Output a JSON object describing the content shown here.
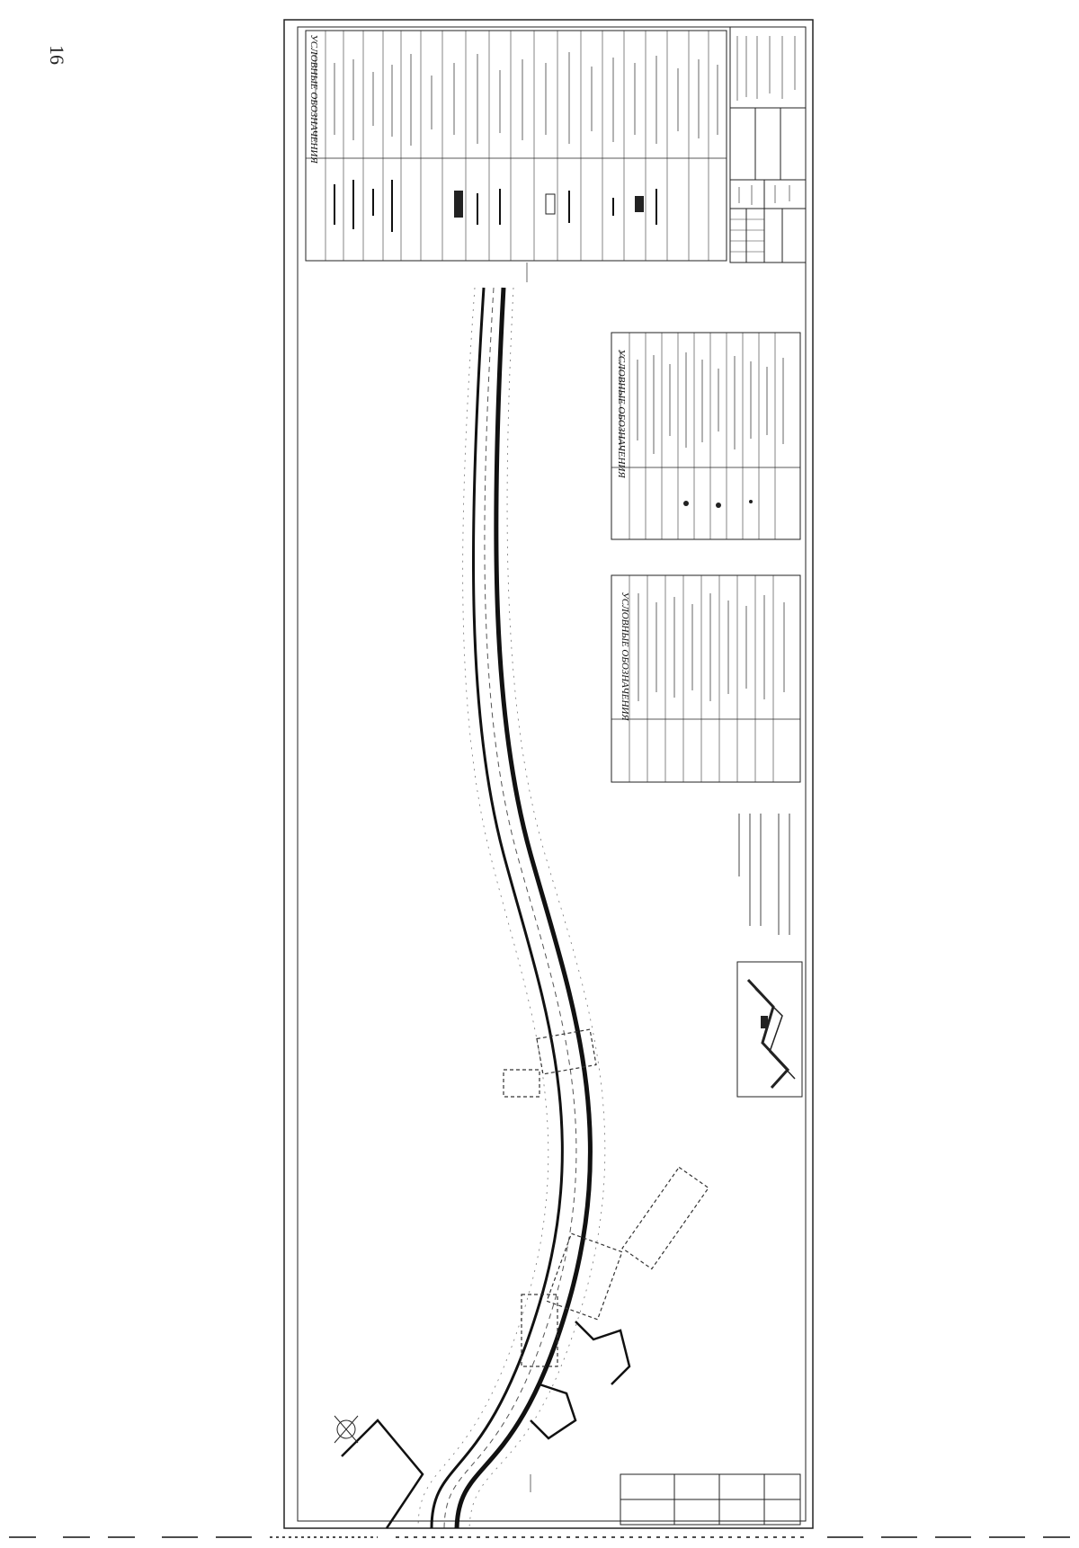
{
  "page": {
    "number": "16"
  },
  "legend_main": {
    "title": "УСЛОВНЫЕ ОБОЗНАЧЕНИЯ"
  },
  "legend_center": {
    "title": "УСЛОВНЫЕ ОБОЗНАЧЕНИЯ"
  },
  "legend_lower": {
    "title": "УСЛОВНЫЕ ОБОЗНАЧЕНИЯ"
  }
}
